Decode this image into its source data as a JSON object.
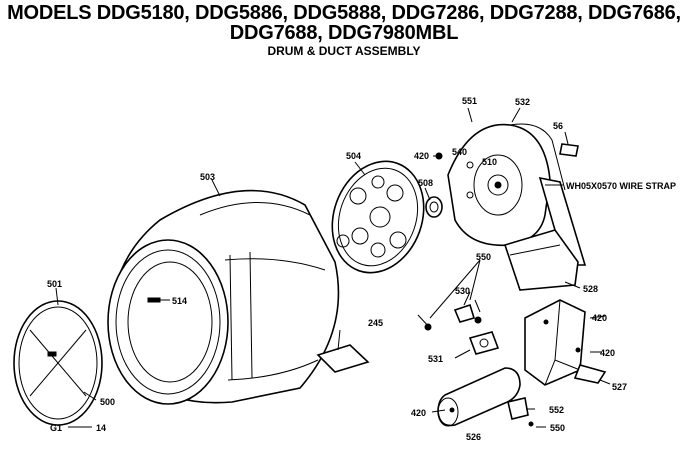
{
  "header": {
    "models_line1": "MODELS DDG5180, DDG5886, DDG5888, DDG7286, DDG7288, DDG7686,",
    "models_line2": "DDG7688, DDG7980MBL",
    "subtitle": "DRUM & DUCT ASSEMBLY"
  },
  "callouts": {
    "p501": "501",
    "p500": "500",
    "p514": "514",
    "p503": "503",
    "p504": "504",
    "p508": "508",
    "p245": "245",
    "p420_top": "420",
    "p551": "551",
    "p532": "532",
    "p56": "56",
    "p540": "540",
    "p510": "510",
    "wire_strap": "WH05X0570 WIRE STRAP",
    "p550_top": "550",
    "p530": "530",
    "p531": "531",
    "p528": "528",
    "p420_br1": "420",
    "p420_br2": "420",
    "p527": "527",
    "p420_cap": "420",
    "p526": "526",
    "p552": "552",
    "p550_bot": "550",
    "g1": "G1",
    "g14": "14"
  }
}
